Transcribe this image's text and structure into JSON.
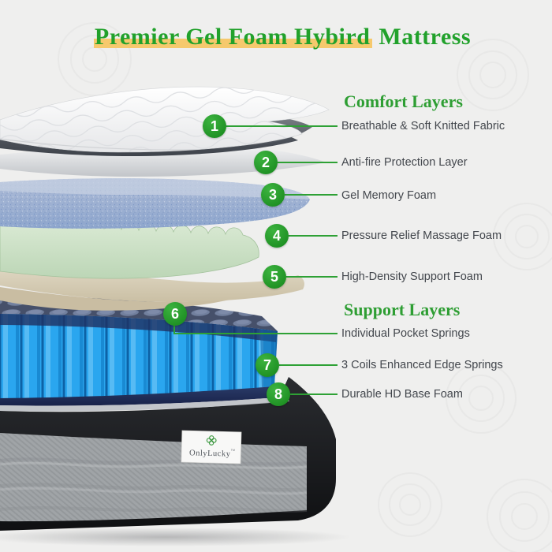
{
  "title": {
    "highlight": "Premier Gel Foam Hybird",
    "rest": " Mattress"
  },
  "sections": {
    "comfort": "Comfort Layers",
    "support": "Support Layers"
  },
  "callouts": [
    {
      "num": "1",
      "label": "Breathable  & Soft Knitted Fabric"
    },
    {
      "num": "2",
      "label": "Anti-fire Protection Layer"
    },
    {
      "num": "3",
      "label": "Gel Memory Foam"
    },
    {
      "num": "4",
      "label": "Pressure Relief Massage Foam"
    },
    {
      "num": "5",
      "label": "High-Density Support Foam"
    },
    {
      "num": "6",
      "label": "Individual Pocket Springs"
    },
    {
      "num": "7",
      "label": "3 Coils Enhanced Edge Springs"
    },
    {
      "num": "8",
      "label": "Durable HD Base Foam"
    }
  ],
  "brand": {
    "name": "OnlyLucky",
    "trademark": "™"
  },
  "colors": {
    "accent_green": "#2e9e33",
    "title_green": "#21a12b",
    "highlight_yellow": "#f6c96d",
    "label_gray": "#43474d",
    "spring_blue": "#2aa6ef",
    "gel_blue": "#93a9d0",
    "foam_green": "#cfe3ca",
    "foam_tan": "#d6cdb6",
    "base_navy": "#1b2548",
    "background": "#efefee"
  }
}
